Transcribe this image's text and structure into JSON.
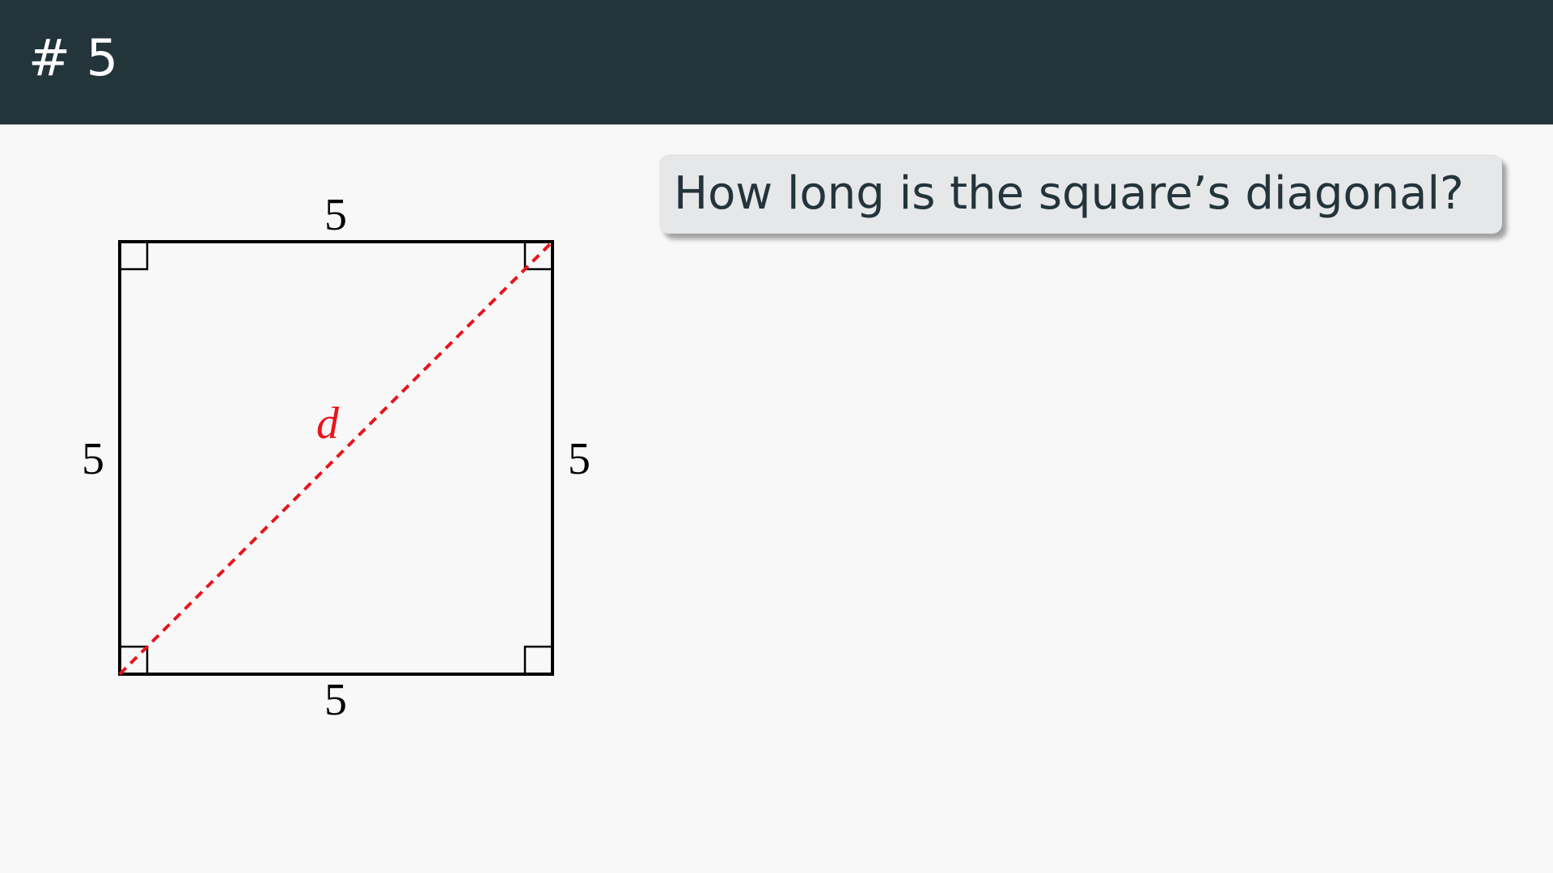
{
  "slide": {
    "title": "# 5"
  },
  "question": {
    "text": "How long is the square’s diagonal?"
  },
  "diagram": {
    "side_labels": {
      "top": "5",
      "left": "5",
      "right": "5",
      "bottom": "5"
    },
    "diagonal_label": "d",
    "diagonal_color": "#e8141b",
    "right_angle_marks": 4
  },
  "colors": {
    "header_bg": "#23343b",
    "page_bg": "#f8f8f8",
    "question_box_bg": "#e6e7e8",
    "question_text": "#23343b"
  }
}
